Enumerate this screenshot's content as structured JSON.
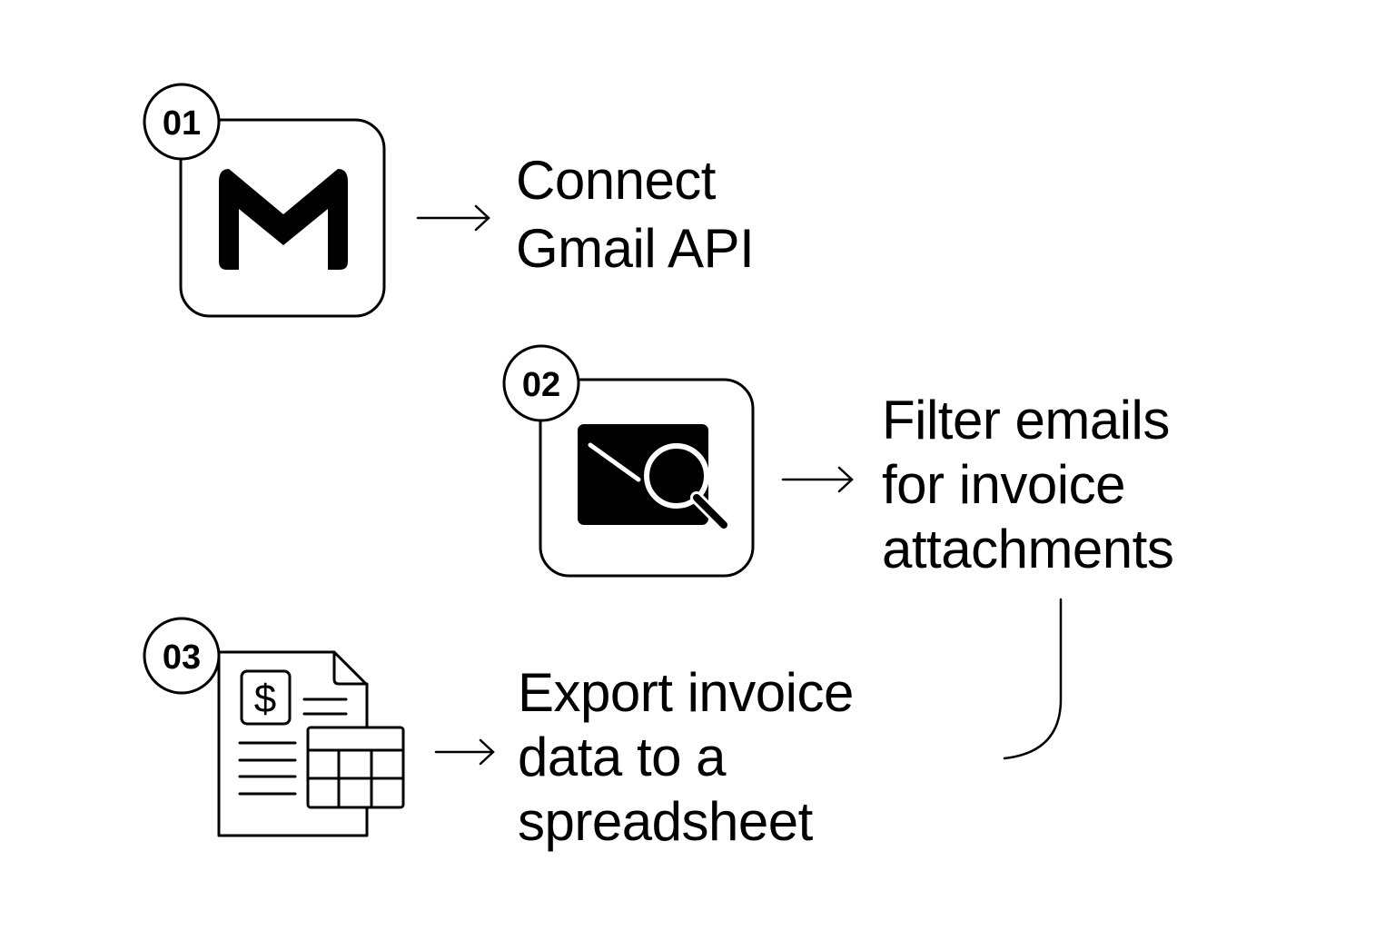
{
  "steps": [
    {
      "number": "01",
      "icon": "gmail-icon",
      "lines": [
        "Connect",
        "Gmail API"
      ]
    },
    {
      "number": "02",
      "icon": "email-search-icon",
      "lines": [
        "Filter emails",
        "for invoice",
        "attachments"
      ]
    },
    {
      "number": "03",
      "icon": "invoice-spreadsheet-icon",
      "dollar": "$",
      "lines": [
        "Export invoice",
        "data to a",
        "spreadsheet"
      ]
    }
  ]
}
